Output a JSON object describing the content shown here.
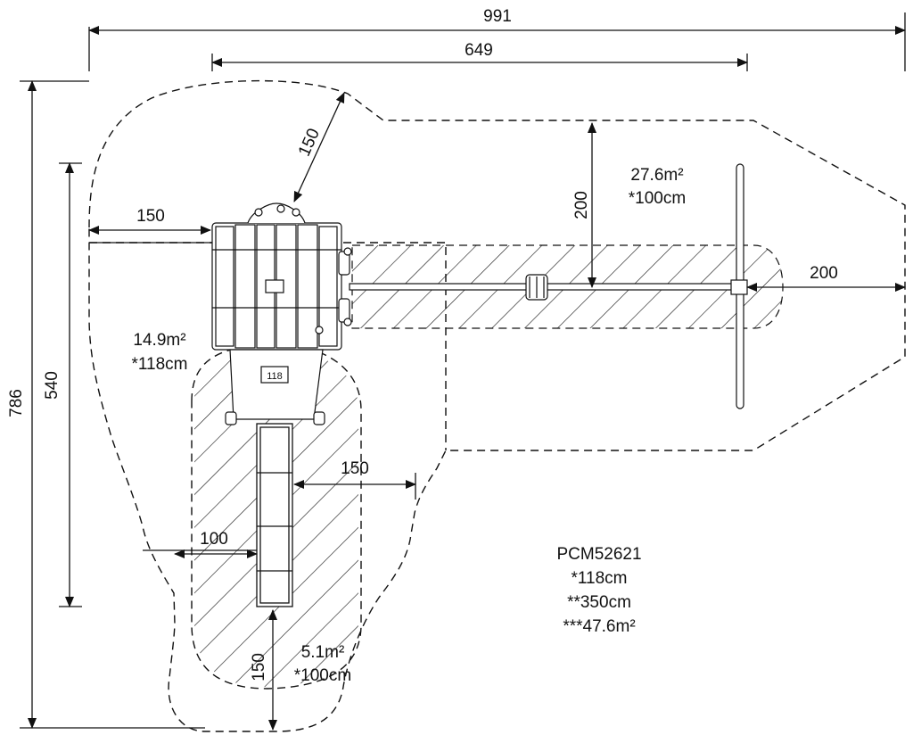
{
  "dimensions": {
    "total_width": "991",
    "inner_width": "649",
    "total_height": "786",
    "inner_height": "540",
    "clearance_top_diag": "150",
    "clearance_left": "150",
    "clearance_swing_top": "200",
    "clearance_swing_right": "200",
    "clearance_slide_side": "150",
    "clearance_ladder_side": "100",
    "clearance_slide_end": "150"
  },
  "areas": {
    "swing": {
      "size": "27.6m²",
      "height": "*100cm"
    },
    "tower": {
      "size": "14.9m²",
      "height": "*118cm"
    },
    "slide": {
      "size": "5.1m²",
      "height": "*100cm"
    }
  },
  "platform_tag": "118",
  "product": {
    "code": "PCM52621",
    "line1": "*118cm",
    "line2": "**350cm",
    "line3": "***47.6m²"
  }
}
